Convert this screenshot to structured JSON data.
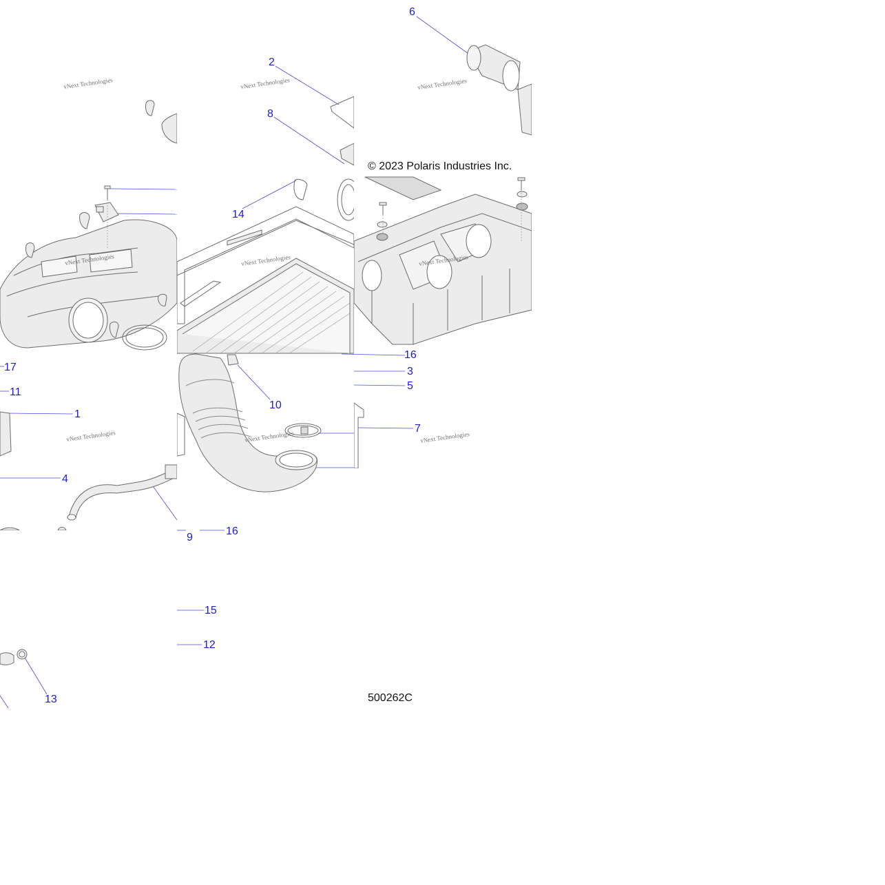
{
  "copyright": "© 2023 Polaris Industries Inc.",
  "figure_id": "500262C",
  "watermark": "vNext Technologies",
  "callouts": [
    "1",
    "2",
    "3",
    "4",
    "5",
    "6",
    "7",
    "8",
    "9",
    "10",
    "11",
    "12",
    "13",
    "14",
    "15",
    "16",
    "16",
    "17"
  ],
  "colors": {
    "callout": "#1a1adb",
    "leader": "#4a4ae0",
    "part_stroke": "#6b6b6b",
    "part_fill": "#ececec",
    "text": "#111111"
  }
}
